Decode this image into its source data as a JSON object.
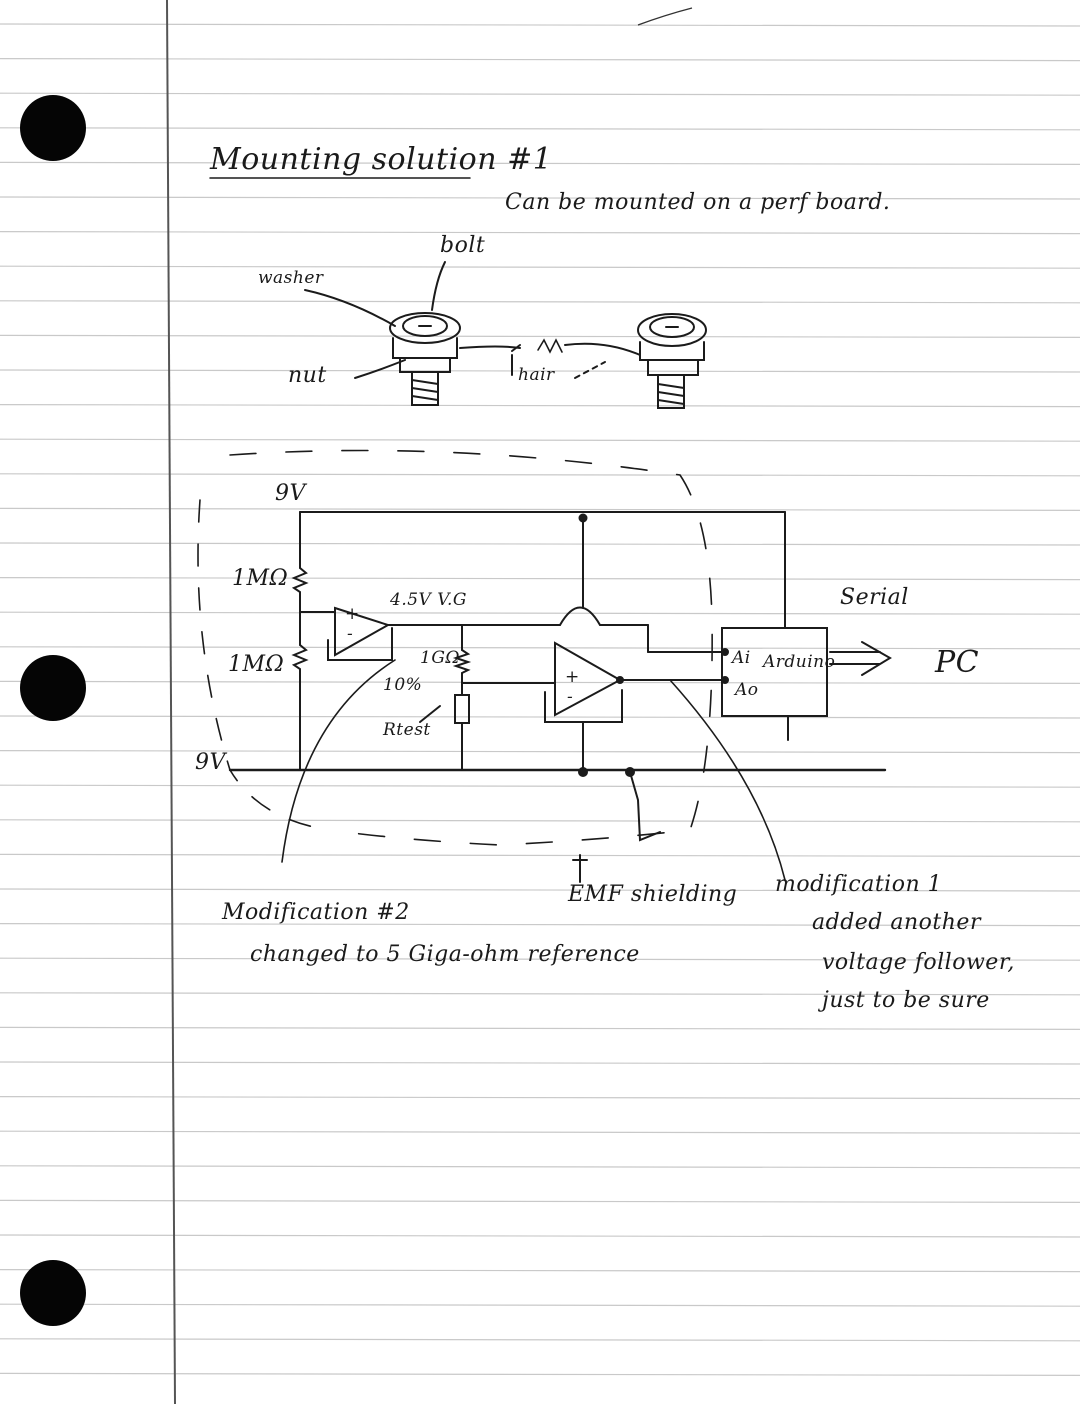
{
  "heading": "Mounting solution #1",
  "mount_note": "Can be mounted on a perf board.",
  "labels": {
    "bolt": "bolt",
    "washer": "washer",
    "nut": "nut",
    "hair": "hair",
    "top_9v": "9V",
    "r1": "1MΩ",
    "r2": "1MΩ",
    "virtual_ground": "4.5V V.G",
    "r_gig": "1GΩ",
    "tolerance": "10%",
    "r_test": "Rtest",
    "bottom_9v": "9V",
    "serial": "Serial",
    "pc": "PC",
    "arduino": "Arduino",
    "a_in": "Ai",
    "a_out": "Ao",
    "plus": "+",
    "minus": "-"
  },
  "notes": {
    "mod2_title": "Modification #2",
    "mod2_text": "changed to 5 Giga-ohm reference",
    "emf": "EMF shielding",
    "mod1_title": "modification 1",
    "mod1_line1": "added another",
    "mod1_line2": "voltage follower,",
    "mod1_line3": "just to be sure"
  }
}
